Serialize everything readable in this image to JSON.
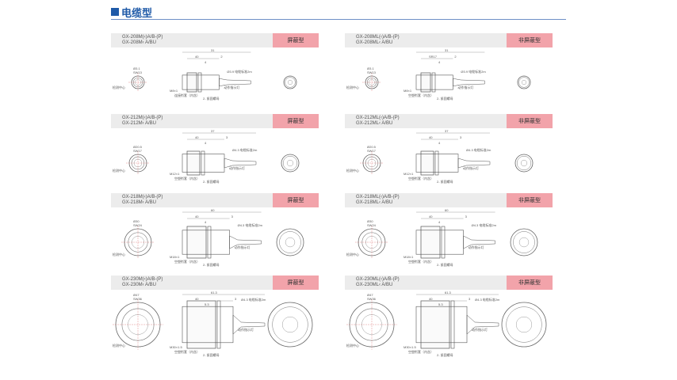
{
  "header": {
    "title": "电缆型"
  },
  "panels": [
    {
      "model_line1": "GX-208M(‹)A/B-(P)",
      "model_line2": "GX-208M‹ A/BU",
      "type": "屏蔽型",
      "labels": {
        "sensing_center": "检测中心",
        "thread": "M8×1",
        "nut": "连接衔套（内含）",
        "washer": "2- 紧固螺母",
        "indicator": "动作指示灯",
        "cable": "Ø3.9 电缆标准2m",
        "diameter": "Ø3.1",
        "width": "SW13",
        "d1": "31",
        "d2": "40",
        "d3": "4",
        "d4": "2"
      }
    },
    {
      "model_line1": "GX-208ML(‹)A/B-(P)",
      "model_line2": "GX-208ML‹ A/BU",
      "type": "非屏蔽型",
      "labels": {
        "sensing_center": "检测中心",
        "thread": "M8×1",
        "nut": "空塑衔套（内含）",
        "washer": "2- 紧固螺母",
        "indicator": "动作指示灯",
        "cable": "Ø3.9 电缆标准2m",
        "diameter": "Ø3.1",
        "width": "SW13",
        "d1": "31",
        "d2": "SR17",
        "d3": "4",
        "d4": "2"
      }
    },
    {
      "model_line1": "GX-212M(‹)A/B-(P)",
      "model_line2": "GX-212M‹ A/BU",
      "type": "屏蔽型",
      "labels": {
        "sensing_center": "检测中心",
        "thread": "M12×1",
        "nut": "空塑衔套（内含）",
        "washer": "2- 紧固螺母",
        "indicator": "动作指示灯",
        "cable": "Ø4.3 电缆标准2m",
        "diameter": "Ø20.5",
        "width": "SW17",
        "d1": "37",
        "d2": "40",
        "d3": "4",
        "d4": "3"
      }
    },
    {
      "model_line1": "GX-212ML(‹)A/B-(P)",
      "model_line2": "GX-212ML‹ A/BU",
      "type": "非屏蔽型",
      "labels": {
        "sensing_center": "检测中心",
        "thread": "M12×1",
        "nut": "空塑衔套（内含）",
        "washer": "2- 紧固螺母",
        "indicator": "动作指示灯",
        "cable": "Ø4.3 电缆标准2m",
        "diameter": "Ø20.5",
        "width": "SW17",
        "d1": "37",
        "d2": "40",
        "d3": "4",
        "d4": "3"
      }
    },
    {
      "model_line1": "GX-218M(‹)A/B-(P)",
      "model_line2": "GX-218M‹ A/BU",
      "type": "屏蔽型",
      "labels": {
        "sensing_center": "检测中心",
        "thread": "M18×1",
        "nut": "空塑衔套（内含）",
        "washer": "2- 紧固螺母",
        "indicator": "动作指示灯",
        "cable": "Ø4.3 电缆标准2m",
        "diameter": "Ø30",
        "width": "SW24",
        "d1": "60",
        "d2": "40",
        "d3": "4",
        "d4": "3"
      }
    },
    {
      "model_line1": "GX-218ML(‹)A/B-(P)",
      "model_line2": "GX-218ML‹ A/BU",
      "type": "非屏蔽型",
      "labels": {
        "sensing_center": "检测中心",
        "thread": "M18×1",
        "nut": "空塑衔套（内含）",
        "washer": "2- 紧固螺母",
        "indicator": "动作指示灯",
        "cable": "Ø4.3 电缆标准2m",
        "diameter": "Ø30",
        "width": "SW24",
        "d1": "60",
        "d2": "40",
        "d3": "4",
        "d4": "3"
      }
    },
    {
      "model_line1": "GX-230M(‹)A/B-(P)",
      "model_line2": "GX-230M‹ A/BU",
      "type": "屏蔽型",
      "labels": {
        "sensing_center": "检测中心",
        "thread": "M30×1.5",
        "nut": "空塑衔套（内含）",
        "washer": "2- 紧固螺母",
        "indicator": "动作指示灯",
        "cable": "Ø4.3 电缆标准2m",
        "diameter": "Ø47",
        "width": "SW36",
        "d1": "61.3",
        "d2": "40",
        "d3": "5.3",
        "d4": "3"
      }
    },
    {
      "model_line1": "GX-230ML(‹)A/B-(P)",
      "model_line2": "GX-230ML‹ A/BU",
      "type": "非屏蔽型",
      "labels": {
        "sensing_center": "检测中心",
        "thread": "M30×1.5",
        "nut": "空塑衔套（内含）",
        "washer": "2- 紧固螺母",
        "indicator": "动作指示灯",
        "cable": "Ø4.3 电缆标准2m",
        "diameter": "Ø47",
        "width": "SW36",
        "d1": "61.3",
        "d2": "40",
        "d3": "5.3",
        "d4": "3"
      }
    }
  ]
}
